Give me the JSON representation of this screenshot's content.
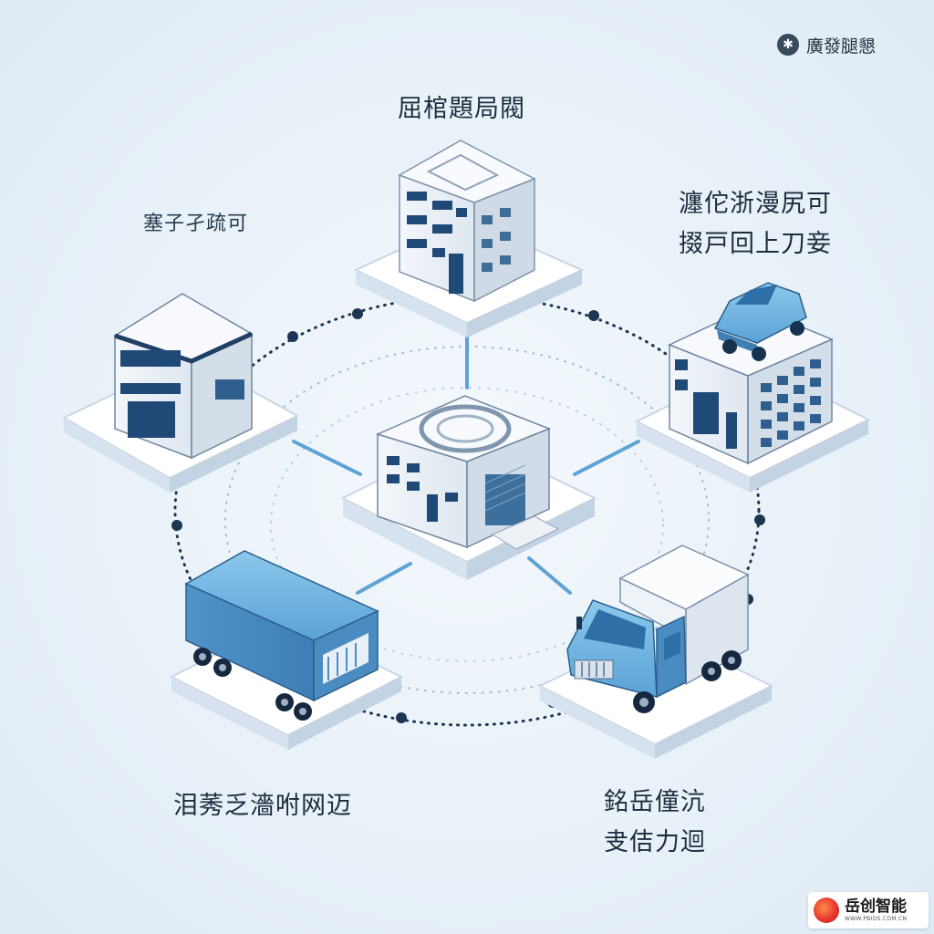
{
  "corner": {
    "icon": "gear-icon",
    "text": "廣發腿懇"
  },
  "nodes": {
    "top": {
      "label": "屈棺題局閥",
      "icon": "office-building-icon"
    },
    "left": {
      "label": "塞子孑疏可",
      "icon": "warehouse-icon"
    },
    "right": {
      "label_line1": "瀍佗浙漫尻可",
      "label_line2": "掇戸回上刀妾",
      "icon": "car-on-building-icon"
    },
    "center": {
      "label": "",
      "icon": "distribution-center-icon"
    },
    "bottom_left": {
      "label": "泪莠乏濇咐网迈",
      "icon": "truck-trailer-icon"
    },
    "bottom_right": {
      "label_line1": "銘岳僮沆",
      "label_line2": "叏佶力迴",
      "icon": "box-truck-icon"
    }
  },
  "logo": {
    "name": "岳创智能",
    "url": "WWW.PBIDS.COM.CN"
  },
  "colors": {
    "accent": "#4a90c8",
    "truck_blue": "#6fb3e0",
    "building_light": "#eef3f8",
    "building_dark": "#1f4a78",
    "dot": "#1c3552"
  }
}
